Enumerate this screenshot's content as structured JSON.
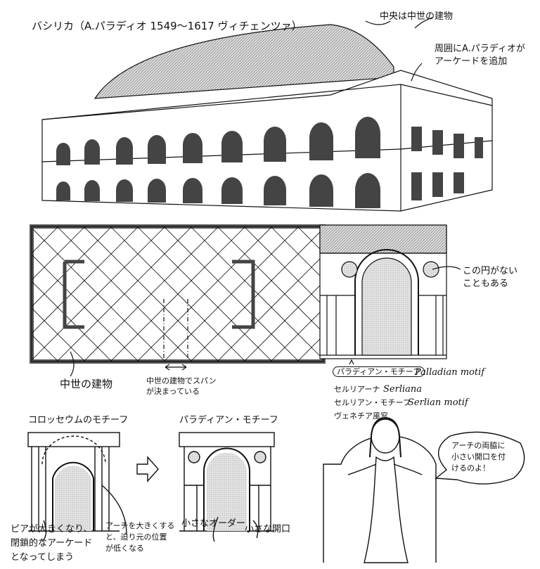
{
  "title": "バシリカ（A.パラディオ 1549〜1617 ヴィチェンツァ）",
  "building_notes": {
    "center": "中央は中世の建物",
    "arcade": [
      "周囲にA.パラディオが",
      "アーケードを追加"
    ]
  },
  "plan_notes": {
    "medieval": "中世の建物",
    "span": [
      "中世の建物でスパン",
      "が決まっている"
    ]
  },
  "elevation_note": [
    "この円がない",
    "こともある"
  ],
  "names": {
    "palladian_jp": "パラディアン・モチーフ",
    "palladian_en": "Palladian motif",
    "serliana_jp": "セルリアーナ",
    "serliana_en": "Serliana",
    "serlian_jp": "セルリアン・モチーフ",
    "serlian_en": "Serlian motif",
    "venetian": "ヴェネチア風窓"
  },
  "comparison": {
    "colosseum_title": "コロッセウムのモチーフ",
    "palladian_title": "パラディアン・モチーフ",
    "pier_note": [
      "ピアが大きくなり、",
      "閉鎖的なアーケード",
      "となってしまう"
    ],
    "arch_note": [
      "アーチを大きくする",
      "と、迫り元の位置",
      "が低くなる"
    ],
    "small_order": "小さなオーダー",
    "small_opening": "小さな開口"
  },
  "speech_bubble": [
    "アーチの両脇に",
    "小さい開口を付",
    "けるのよ！"
  ]
}
